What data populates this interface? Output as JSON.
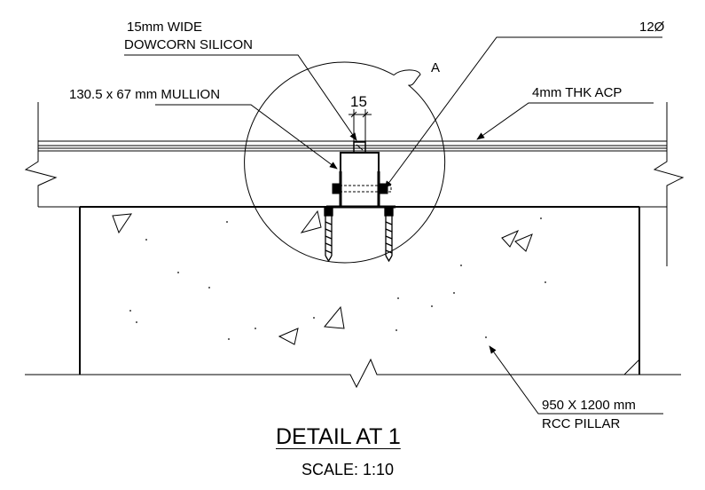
{
  "drawing": {
    "title": "DETAIL AT 1",
    "scale": "SCALE: 1:10",
    "callout_letter": "A",
    "dimension": "15",
    "labels": {
      "silicon_line1": "15mm WIDE",
      "silicon_line2": "DOWCORN SILICON",
      "mullion": "130.5 x 67 mm MULLION",
      "bolt": "12Ø",
      "acp": "4mm THK ACP",
      "pillar_line1": "950 X 1200 mm",
      "pillar_line2": "RCC PILLAR"
    }
  },
  "colors": {
    "line": "#000000",
    "background": "#ffffff"
  }
}
